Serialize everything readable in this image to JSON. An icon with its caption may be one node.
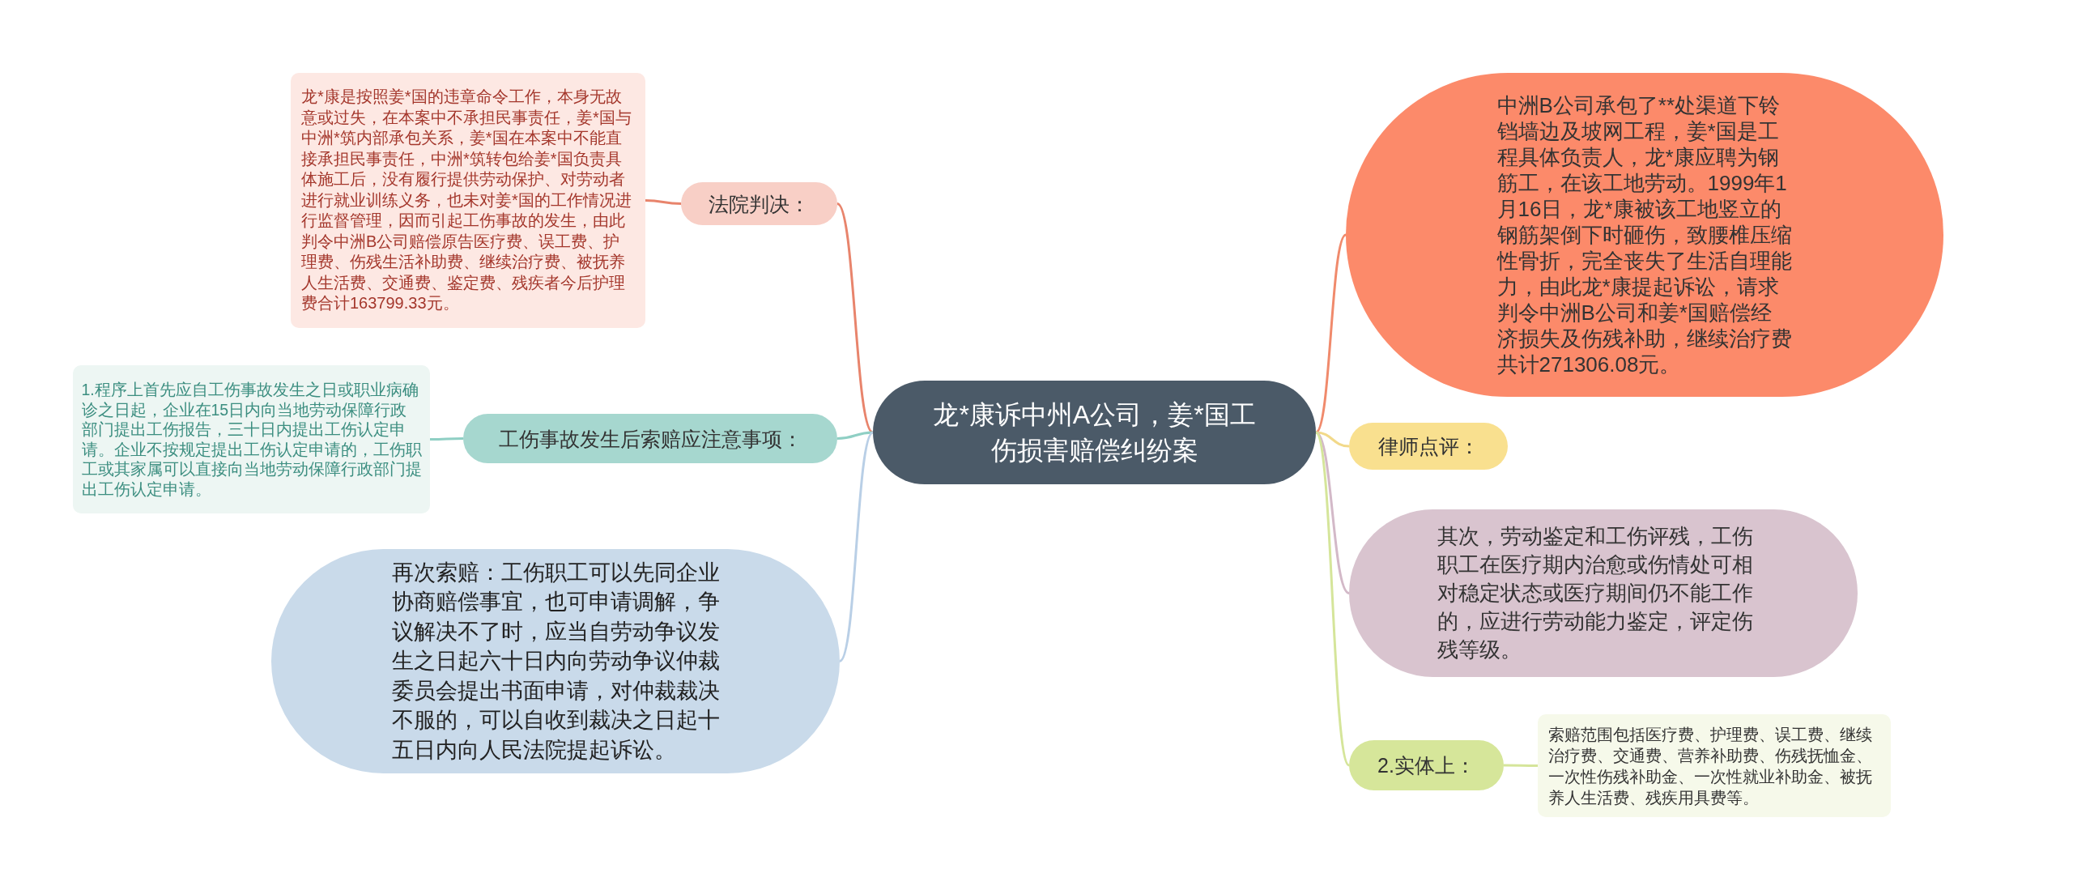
{
  "diagram": {
    "nodes": [
      {
        "text": [
          "龙*康诉中州A公司，姜*国工伤损害赔偿纠纷案"
        ]
      },
      {
        "text": [
          "法院判决："
        ]
      },
      {
        "text": [
          "龙*康是按照姜*国的违章命令工作，本身无故意或过失，在本案中不承担民事责任，姜*国与中洲*筑内部承包关系，姜*国在本案中不能直接承担民事责任，中洲*筑转包给姜*国负责具体施工后，没有履行提供劳动保护、对劳动者进行就业训练义务，也未对姜*国的工作情况进行监督管理，因而引起工伤事故的发生，由此判令中洲B公司赔偿原告医疗费、误工费、护理费、伤残生活补助费、继续治疗费、被抚养人生活费、交通费、鉴定费、残疾者今后护理费合计163799.33元。"
        ]
      },
      {
        "text": [
          "工伤事故发生后索赔应注意事项："
        ]
      },
      {
        "text": [
          "1.程序上首先应自工伤事故发生之日或职业病确诊之日起，企业在15日内向当地劳动保障行政部门提出工伤报告，三十日内提出工伤认定申请。企业不按规定提出工伤认定申请的，工伤职工或其家属可以直接向当地劳动保障行政部门提出工伤认定申请。"
        ]
      },
      {
        "text": [
          "再次索赔：工伤职工可以先同企业协商赔偿事宜，也可申请调解，争议解决不了时，应当自劳动争议发生之日起六十日内向劳动争议仲裁委员会提出书面申请，对仲裁裁决不服的，可以自收到裁决之日起十五日内向人民法院提起诉讼。"
        ]
      },
      {
        "text": [
          "中洲B公司承包了**处渠道下铃铛墙边及坡网工程，姜*国是工程具体负责人，龙*康应聘为钢筋工，在该工地劳动。1999年1月16日，龙*康被该工地竖立的钢筋架倒下时砸伤，致腰椎压缩性骨折，完全丧失了生活自理能力，由此龙*康提起诉讼，请求判令中洲B公司和姜*国赔偿经济损失及伤残补助，继续治疗费共计271306.08元。"
        ]
      },
      {
        "text": [
          "律师点评："
        ]
      },
      {
        "text": [
          "其次，劳动鉴定和工伤评残，工伤职工在医疗期内治愈或伤情处可相对稳定状态或医疗期间仍不能工作的，应进行劳动能力鉴定，评定伤残等级。"
        ]
      },
      {
        "text": [
          "2.实体上："
        ]
      },
      {
        "text": [
          "索赔范围包括医疗费、护理费、误工费、继续治疗费、交通费、营养补助费、伤残抚恤金、一次性伤残补助金、一次性就业补助金、被抚养人生活费、残疾用具费等。"
        ]
      }
    ],
    "edges": [
      {
        "from": 0,
        "to": 1,
        "arrow": "none",
        "color": "#e8846c"
      },
      {
        "from": 1,
        "to": 2,
        "arrow": "none",
        "color": "#e8846c"
      },
      {
        "from": 0,
        "to": 3,
        "arrow": "none",
        "color": "#8fcfc4"
      },
      {
        "from": 3,
        "to": 4,
        "arrow": "none",
        "color": "#8fcfc4"
      },
      {
        "from": 0,
        "to": 5,
        "arrow": "none",
        "color": "#b9cfe6"
      },
      {
        "from": 0,
        "to": 6,
        "arrow": "none",
        "color": "#f08a6c"
      },
      {
        "from": 0,
        "to": 7,
        "arrow": "none",
        "color": "#f2d98a"
      },
      {
        "from": 0,
        "to": 8,
        "arrow": "none",
        "color": "#d3b9c8"
      },
      {
        "from": 0,
        "to": 9,
        "arrow": "none",
        "color": "#d5e59a"
      },
      {
        "from": 9,
        "to": 10,
        "arrow": "none",
        "color": "#d5e59a"
      }
    ]
  }
}
